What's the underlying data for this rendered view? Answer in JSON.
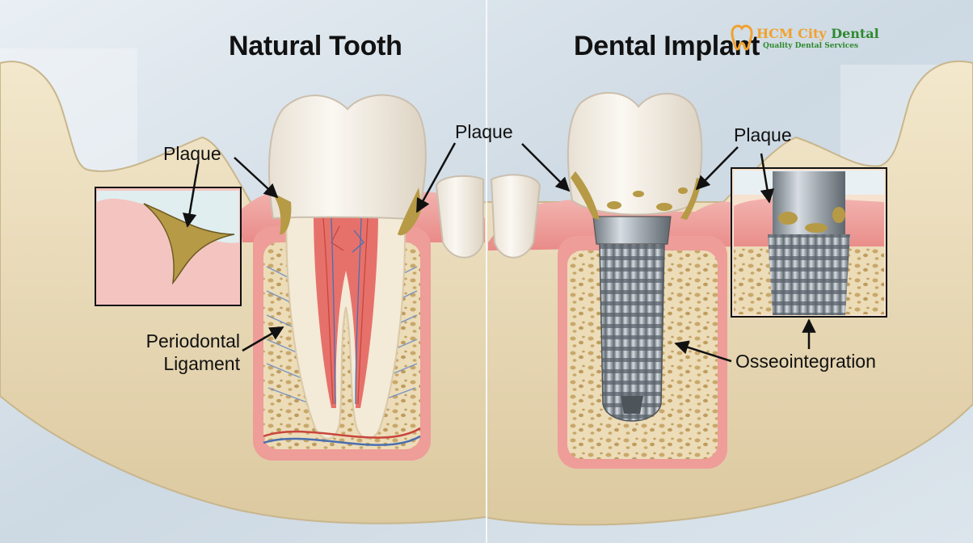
{
  "titles": {
    "left": "Natural Tooth",
    "right": "Dental Implant"
  },
  "callouts": {
    "plaque_left_inset": "Plaque",
    "plaque_left_tooth": "Plaque",
    "plaque_right": "Plaque",
    "periodontal_line1": "Periodontal",
    "periodontal_line2": "Ligament",
    "osseointegration": "Osseointegration"
  },
  "logo": {
    "name_part1": "HCM City",
    "name_part2": "Dental",
    "tagline": "Quality Dental Services"
  },
  "colors": {
    "bone": "#eedfbe",
    "gum": "#ef9a9a",
    "enamel": "#f7f3ec",
    "plaque": "#b69a45",
    "implant": "#9aa3ab",
    "nerve_red": "#c9463d",
    "nerve_blue": "#4a6fb0",
    "logo_orange": "#f2a12e",
    "logo_green": "#2f8a2f"
  }
}
